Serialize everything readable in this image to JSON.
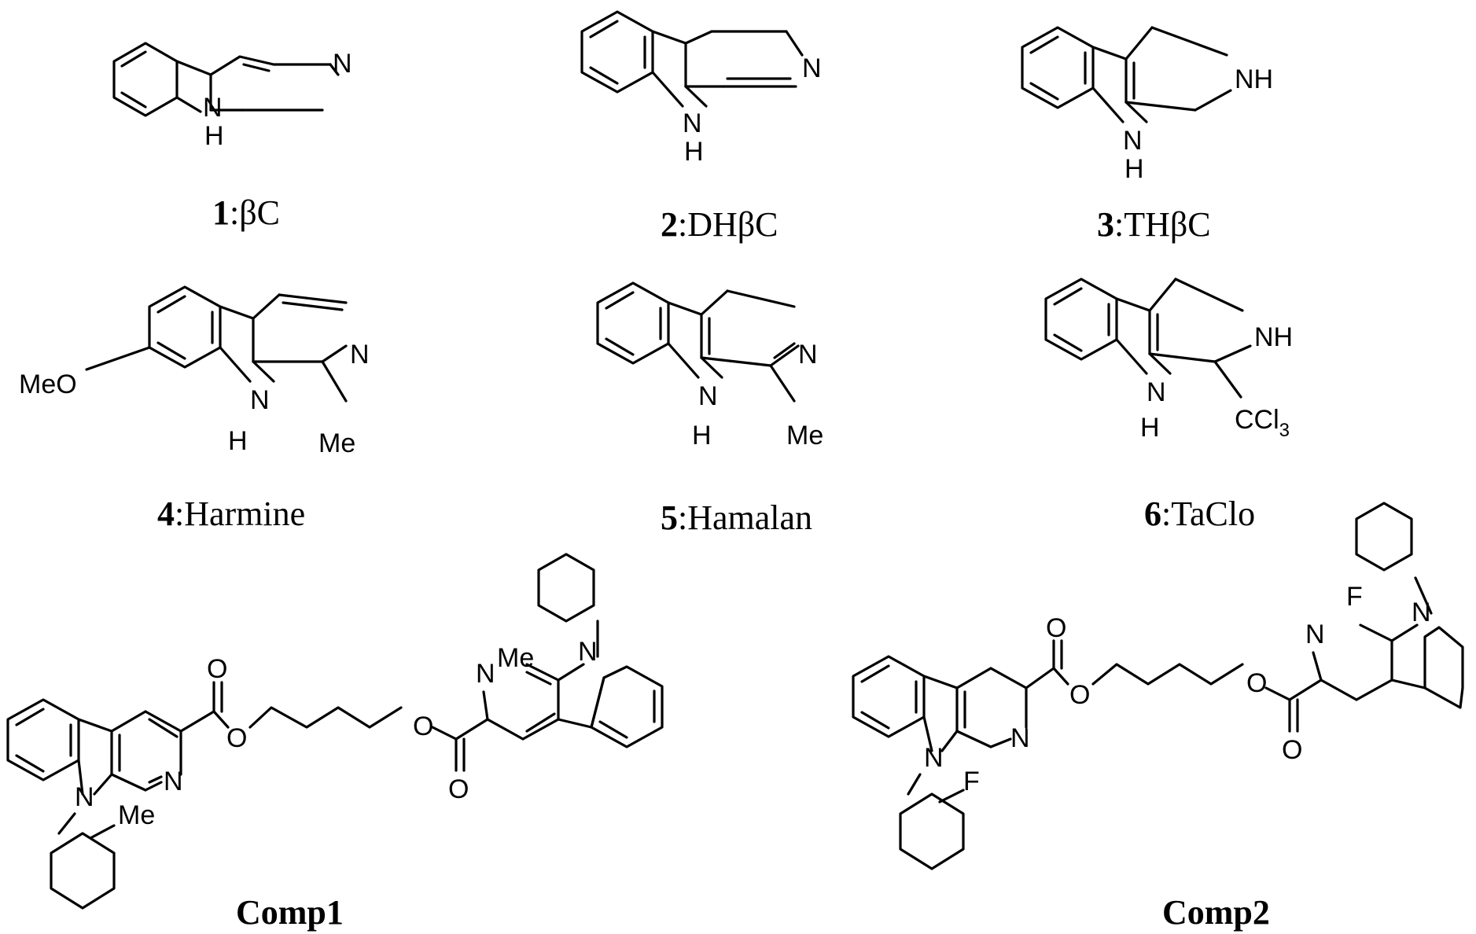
{
  "compounds": [
    {
      "num": "1",
      "name": ":βC"
    },
    {
      "num": "2",
      "name": ":DHβC"
    },
    {
      "num": "3",
      "name": ":THβC"
    },
    {
      "num": "4",
      "name": ":Harmine"
    },
    {
      "num": "5",
      "name": ":Hamalan"
    },
    {
      "num": "6",
      "name": ":TaClo"
    },
    {
      "num": "Comp1",
      "name": ""
    },
    {
      "num": "Comp2",
      "name": ""
    }
  ],
  "atoms": {
    "N": "N",
    "NH": "NH",
    "H": "H",
    "O": "O",
    "F": "F",
    "Me": "Me",
    "MeO": "MeO",
    "CCl": "CCl",
    "sub3": "3"
  }
}
